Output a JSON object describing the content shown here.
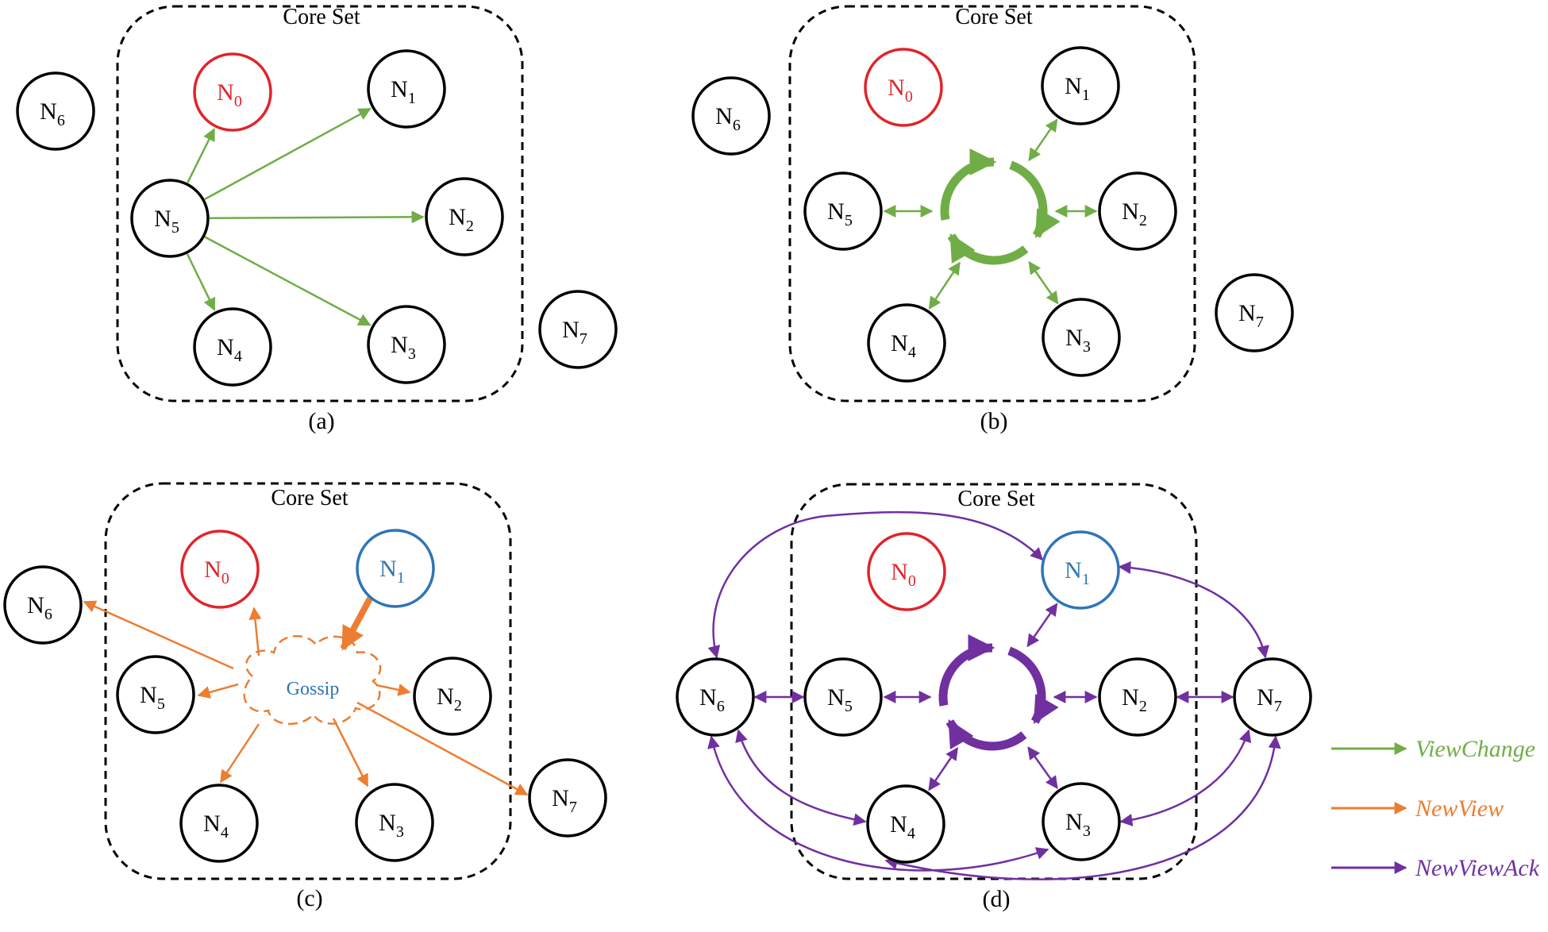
{
  "colors": {
    "node_stroke": "#000000",
    "leader_red": "#e0242b",
    "primary_blue": "#2e75b6",
    "view_change_green": "#70ad47",
    "new_view_orange": "#ed7d31",
    "new_view_ack_purple": "#7030a0",
    "dashed_border": "#000000"
  },
  "panels": [
    {
      "id": "a",
      "label": "(a)",
      "core_set_label": "Core Set",
      "nodes": [
        {
          "id": "N0",
          "main": "N",
          "sub": "0",
          "color": "red"
        },
        {
          "id": "N1",
          "main": "N",
          "sub": "1",
          "color": "black"
        },
        {
          "id": "N2",
          "main": "N",
          "sub": "2",
          "color": "black"
        },
        {
          "id": "N3",
          "main": "N",
          "sub": "3",
          "color": "black"
        },
        {
          "id": "N4",
          "main": "N",
          "sub": "4",
          "color": "black"
        },
        {
          "id": "N5",
          "main": "N",
          "sub": "5",
          "color": "black"
        },
        {
          "id": "N6",
          "main": "N",
          "sub": "6",
          "color": "black"
        },
        {
          "id": "N7",
          "main": "N",
          "sub": "7",
          "color": "black"
        }
      ],
      "messages": [
        {
          "from": "N5",
          "to": "N0",
          "type": "ViewChange"
        },
        {
          "from": "N5",
          "to": "N1",
          "type": "ViewChange"
        },
        {
          "from": "N5",
          "to": "N2",
          "type": "ViewChange"
        },
        {
          "from": "N5",
          "to": "N3",
          "type": "ViewChange"
        },
        {
          "from": "N5",
          "to": "N4",
          "type": "ViewChange"
        }
      ]
    },
    {
      "id": "b",
      "label": "(b)",
      "core_set_label": "Core Set",
      "nodes": [
        {
          "id": "N0",
          "main": "N",
          "sub": "0",
          "color": "red"
        },
        {
          "id": "N1",
          "main": "N",
          "sub": "1",
          "color": "black"
        },
        {
          "id": "N2",
          "main": "N",
          "sub": "2",
          "color": "black"
        },
        {
          "id": "N3",
          "main": "N",
          "sub": "3",
          "color": "black"
        },
        {
          "id": "N4",
          "main": "N",
          "sub": "4",
          "color": "black"
        },
        {
          "id": "N5",
          "main": "N",
          "sub": "5",
          "color": "black"
        },
        {
          "id": "N6",
          "main": "N",
          "sub": "6",
          "color": "black"
        },
        {
          "id": "N7",
          "main": "N",
          "sub": "7",
          "color": "black"
        }
      ],
      "messages": [
        {
          "between": [
            "N1",
            "N2",
            "N3",
            "N4",
            "N5"
          ],
          "type": "ViewChange",
          "style": "all-to-all"
        }
      ]
    },
    {
      "id": "c",
      "label": "(c)",
      "core_set_label": "Core Set",
      "gossip_label": "Gossip",
      "nodes": [
        {
          "id": "N0",
          "main": "N",
          "sub": "0",
          "color": "red"
        },
        {
          "id": "N1",
          "main": "N",
          "sub": "1",
          "color": "blue"
        },
        {
          "id": "N2",
          "main": "N",
          "sub": "2",
          "color": "black"
        },
        {
          "id": "N3",
          "main": "N",
          "sub": "3",
          "color": "black"
        },
        {
          "id": "N4",
          "main": "N",
          "sub": "4",
          "color": "black"
        },
        {
          "id": "N5",
          "main": "N",
          "sub": "5",
          "color": "black"
        },
        {
          "id": "N6",
          "main": "N",
          "sub": "6",
          "color": "black"
        },
        {
          "id": "N7",
          "main": "N",
          "sub": "7",
          "color": "black"
        }
      ],
      "messages": [
        {
          "from": "N1",
          "to": "Gossip",
          "type": "NewView"
        },
        {
          "from": "Gossip",
          "to": "N0",
          "type": "NewView"
        },
        {
          "from": "Gossip",
          "to": "N2",
          "type": "NewView"
        },
        {
          "from": "Gossip",
          "to": "N3",
          "type": "NewView"
        },
        {
          "from": "Gossip",
          "to": "N4",
          "type": "NewView"
        },
        {
          "from": "Gossip",
          "to": "N5",
          "type": "NewView"
        },
        {
          "from": "Gossip",
          "to": "N6",
          "type": "NewView"
        },
        {
          "from": "Gossip",
          "to": "N7",
          "type": "NewView"
        }
      ]
    },
    {
      "id": "d",
      "label": "(d)",
      "core_set_label": "Core Set",
      "nodes": [
        {
          "id": "N0",
          "main": "N",
          "sub": "0",
          "color": "red"
        },
        {
          "id": "N1",
          "main": "N",
          "sub": "1",
          "color": "blue"
        },
        {
          "id": "N2",
          "main": "N",
          "sub": "2",
          "color": "black"
        },
        {
          "id": "N3",
          "main": "N",
          "sub": "3",
          "color": "black"
        },
        {
          "id": "N4",
          "main": "N",
          "sub": "4",
          "color": "black"
        },
        {
          "id": "N5",
          "main": "N",
          "sub": "5",
          "color": "black"
        },
        {
          "id": "N6",
          "main": "N",
          "sub": "6",
          "color": "black"
        },
        {
          "id": "N7",
          "main": "N",
          "sub": "7",
          "color": "black"
        }
      ],
      "messages": [
        {
          "between": [
            "N1",
            "N2",
            "N3",
            "N4",
            "N5",
            "N6",
            "N7"
          ],
          "type": "NewViewAck",
          "style": "all-to-all"
        }
      ]
    }
  ],
  "legend": [
    {
      "label": "ViewChange",
      "color": "#70ad47"
    },
    {
      "label": "NewView",
      "color": "#ed7d31"
    },
    {
      "label": "NewViewAck",
      "color": "#7030a0"
    }
  ]
}
